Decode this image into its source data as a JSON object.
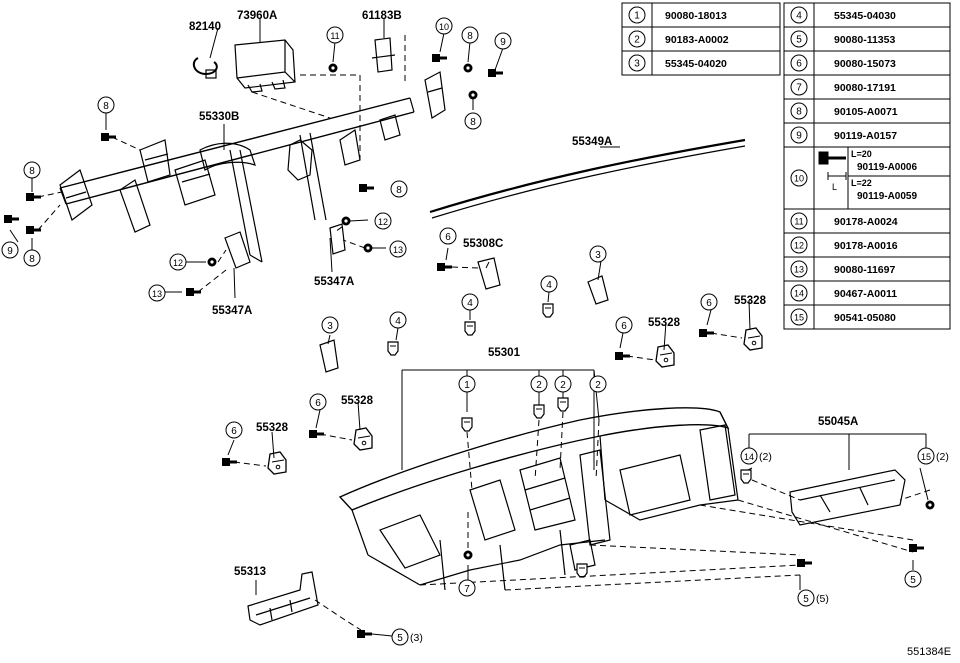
{
  "part_labels": [
    {
      "id": "l82140",
      "text": "82140"
    },
    {
      "id": "l73960A",
      "text": "73960A"
    },
    {
      "id": "l61183B",
      "text": "61183B"
    },
    {
      "id": "l55330B",
      "text": "55330B"
    },
    {
      "id": "l55349A",
      "text": "55349A"
    },
    {
      "id": "l55308C",
      "text": "55308C"
    },
    {
      "id": "l55347A_1",
      "text": "55347A"
    },
    {
      "id": "l55347A_2",
      "text": "55347A"
    },
    {
      "id": "l55328_1",
      "text": "55328"
    },
    {
      "id": "l55328_2",
      "text": "55328"
    },
    {
      "id": "l55328_3",
      "text": "55328"
    },
    {
      "id": "l55328_4",
      "text": "55328"
    },
    {
      "id": "l55301",
      "text": "55301"
    },
    {
      "id": "l55045A",
      "text": "55045A"
    },
    {
      "id": "l55313",
      "text": "55313"
    }
  ],
  "qty_labels": {
    "q2a": "(2)",
    "q2b": "(2)",
    "q5": "(5)",
    "q3": "(3)"
  },
  "diagram_id": "551384E",
  "parts_table": {
    "left": [
      {
        "n": "1",
        "code": "90080-18013"
      },
      {
        "n": "2",
        "code": "90183-A0002"
      },
      {
        "n": "3",
        "code": "55345-04020"
      }
    ],
    "right": [
      {
        "n": "4",
        "code": "55345-04030"
      },
      {
        "n": "5",
        "code": "90080-11353"
      },
      {
        "n": "6",
        "code": "90080-15073"
      },
      {
        "n": "7",
        "code": "90080-17191"
      },
      {
        "n": "8",
        "code": "90105-A0071"
      },
      {
        "n": "9",
        "code": "90119-A0157"
      },
      {
        "n": "10",
        "variants": [
          {
            "length": "L=20",
            "code": "90119-A0006"
          },
          {
            "length": "L=22",
            "code": "90119-A0059"
          }
        ],
        "dim": "L"
      },
      {
        "n": "11",
        "code": "90178-A0024"
      },
      {
        "n": "12",
        "code": "90178-A0016"
      },
      {
        "n": "13",
        "code": "90080-11697"
      },
      {
        "n": "14",
        "code": "90467-A0011"
      },
      {
        "n": "15",
        "code": "90541-05080"
      }
    ]
  }
}
